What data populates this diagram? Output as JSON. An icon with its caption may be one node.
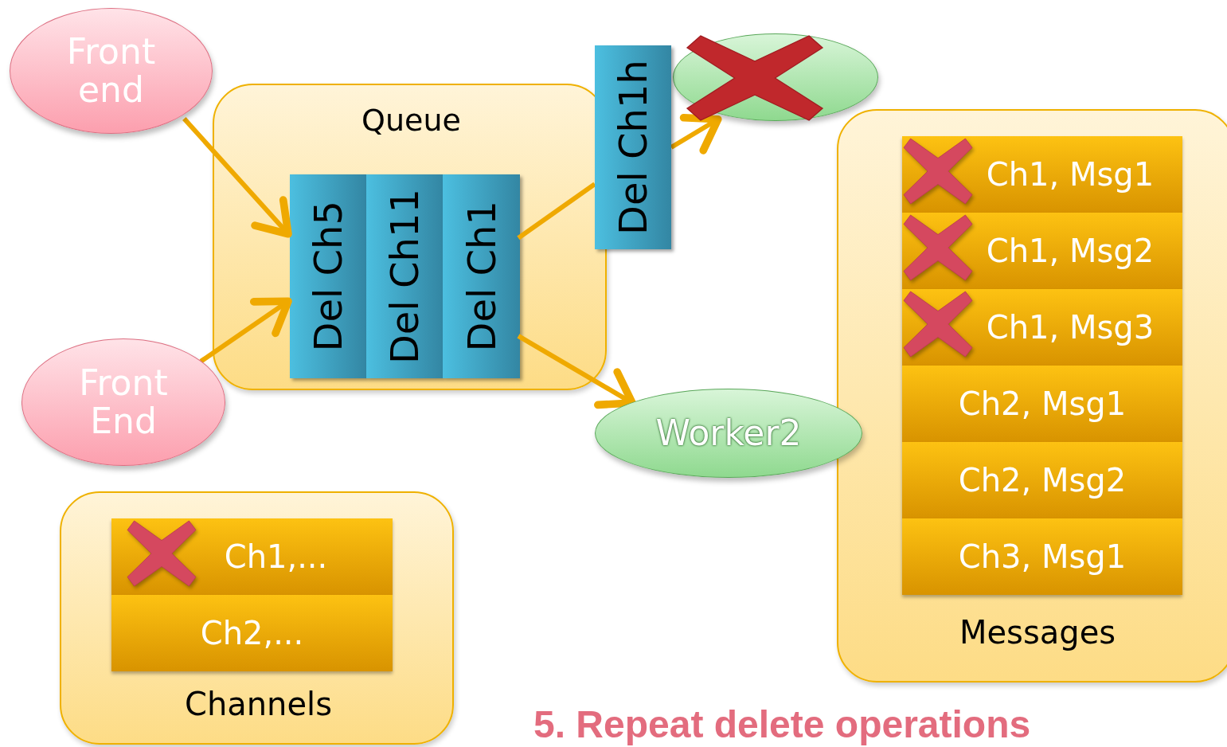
{
  "diagram": {
    "title": "5. Repeat delete operations",
    "nodes": [
      {
        "text": [
          "Front end"
        ]
      },
      {
        "text": [
          "Queue"
        ]
      },
      {
        "text": [
          "Del Ch5"
        ],
        "in": 1
      },
      {
        "text": [
          "Del Ch11"
        ],
        "in": 1
      },
      {
        "text": [
          "Del Ch1"
        ],
        "in": 1
      },
      {
        "text": [
          "Del Ch1h"
        ]
      },
      {
        "text": [],
        "shape": "ellipse"
      },
      {
        "text": [
          "Front End"
        ]
      },
      {
        "text": [
          "Worker2"
        ]
      },
      {
        "text": [
          "Messages"
        ]
      },
      {
        "text": [
          "Ch1, Msg1"
        ],
        "in": 9
      },
      {
        "text": [
          "Ch1, Msg2"
        ],
        "in": 9
      },
      {
        "text": [
          "Ch1, Msg3"
        ],
        "in": 9
      },
      {
        "text": [
          "Ch2, Msg1"
        ],
        "in": 9
      },
      {
        "text": [
          "Ch2, Msg2"
        ],
        "in": 9
      },
      {
        "text": [
          "Ch3, Msg1"
        ],
        "in": 9
      },
      {
        "text": [
          "Channels"
        ]
      },
      {
        "text": [
          "Ch1,..."
        ],
        "in": 16
      },
      {
        "text": [
          "Ch2,..."
        ],
        "in": 16
      }
    ],
    "edges": [
      {
        "from": 0,
        "to": 2,
        "arrow": "to"
      },
      {
        "from": 7,
        "to": 2,
        "arrow": "to"
      },
      {
        "from": 4,
        "to": 5,
        "arrow": "none"
      },
      {
        "from": 5,
        "to": 6,
        "arrow": "to"
      },
      {
        "from": 4,
        "to": 8,
        "arrow": "to"
      }
    ]
  }
}
